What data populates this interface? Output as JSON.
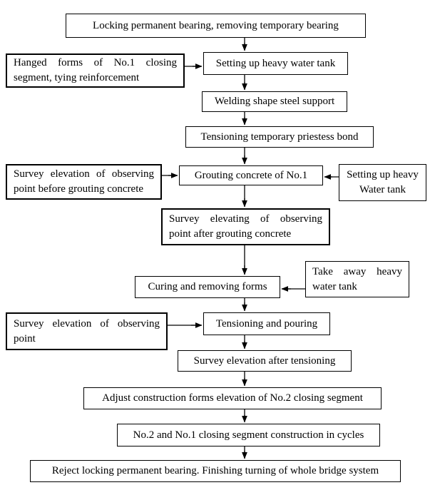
{
  "colors": {
    "background": "#ffffff",
    "box_border": "#000000",
    "text": "#000000"
  },
  "nodes": [
    {
      "id": "lock-permanent-bearing",
      "text": "Locking permanent bearing, removing temporary bearing"
    },
    {
      "id": "hanged-forms",
      "lines": [
        "Hanged forms of No.1 closing",
        "segment, tying reinforcement"
      ]
    },
    {
      "id": "setup-heavy-water-tank",
      "text": "Setting up heavy water tank"
    },
    {
      "id": "welding-steel-support",
      "text": "Welding shape steel support"
    },
    {
      "id": "tensioning-temporary-bond",
      "text": "Tensioning temporary priestess bond"
    },
    {
      "id": "survey-before-grouting",
      "lines": [
        "Survey elevation of observing",
        "point before grouting concrete"
      ]
    },
    {
      "id": "grouting-concrete-no1",
      "text": "Grouting concrete of No.1"
    },
    {
      "id": "setup-heavy-water-tank-2",
      "lines": [
        "Setting up heavy",
        "Water tank"
      ]
    },
    {
      "id": "survey-after-grouting",
      "lines": [
        "Survey elevating of observing",
        "point after grouting concrete"
      ]
    },
    {
      "id": "curing-removing-forms",
      "text": "Curing and removing forms"
    },
    {
      "id": "take-away-water-tank",
      "lines": [
        "Take away heavy",
        "water tank"
      ]
    },
    {
      "id": "survey-observing-point",
      "lines": [
        "Survey elevation of observing",
        "point"
      ]
    },
    {
      "id": "tensioning-and-pouring",
      "text": "Tensioning and pouring"
    },
    {
      "id": "survey-after-tensioning",
      "text": "Survey elevation after tensioning"
    },
    {
      "id": "adjust-forms-no2",
      "text": "Adjust construction forms elevation of No.2 closing segment"
    },
    {
      "id": "no2-no1-cycles",
      "text": "No.2 and No.1 closing segment construction in cycles"
    },
    {
      "id": "reject-locking-bearing",
      "text": "Reject locking permanent bearing. Finishing turning of whole bridge system"
    }
  ],
  "edges": [
    {
      "from": "lock-permanent-bearing",
      "to": "setup-heavy-water-tank"
    },
    {
      "from": "hanged-forms",
      "to": "setup-heavy-water-tank"
    },
    {
      "from": "setup-heavy-water-tank",
      "to": "welding-steel-support"
    },
    {
      "from": "welding-steel-support",
      "to": "tensioning-temporary-bond"
    },
    {
      "from": "tensioning-temporary-bond",
      "to": "grouting-concrete-no1"
    },
    {
      "from": "survey-before-grouting",
      "to": "grouting-concrete-no1"
    },
    {
      "from": "setup-heavy-water-tank-2",
      "to": "grouting-concrete-no1"
    },
    {
      "from": "grouting-concrete-no1",
      "to": "survey-after-grouting"
    },
    {
      "from": "survey-after-grouting",
      "to": "curing-removing-forms"
    },
    {
      "from": "take-away-water-tank",
      "to": "curing-removing-forms"
    },
    {
      "from": "curing-removing-forms",
      "to": "tensioning-and-pouring"
    },
    {
      "from": "survey-observing-point",
      "to": "tensioning-and-pouring"
    },
    {
      "from": "tensioning-and-pouring",
      "to": "survey-after-tensioning"
    },
    {
      "from": "survey-after-tensioning",
      "to": "adjust-forms-no2"
    },
    {
      "from": "adjust-forms-no2",
      "to": "no2-no1-cycles"
    },
    {
      "from": "no2-no1-cycles",
      "to": "reject-locking-bearing"
    }
  ]
}
